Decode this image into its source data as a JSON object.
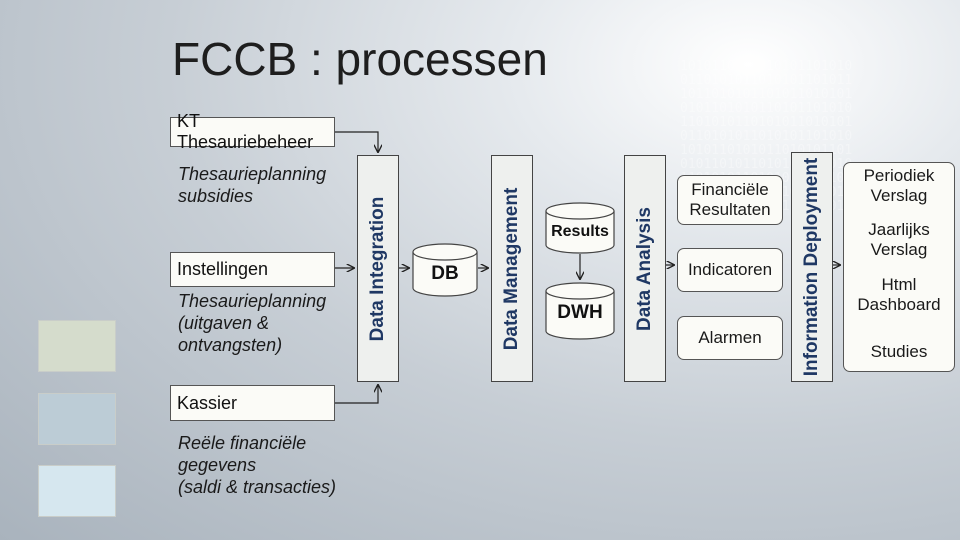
{
  "title": "FCCB : processen",
  "binary_background": "1010110101010101101010\n0110101011010101101011\n1011010101101011010101\n0101101010110101101010\n1101010110101011010101\n0110101011010101101010\n1010110101011010101101\n0101101011010101101010\n1101010110101011010101\n0110101011010101101011\n1010101101010110101010",
  "swatch_colors": [
    "#d5dccc",
    "#bcccd6",
    "#d6e7ef"
  ],
  "sources": {
    "kt_label": "KT Thesauriebeheer",
    "kt_text": "Thesaurieplanning\nsubsidies",
    "instellingen_label": "Instellingen",
    "instellingen_text": "Thesaurieplanning\n(uitgaven &\nontvangsten)",
    "kassier_label": "Kassier",
    "kassier_text": "Reële financiële\ngegevens\n(saldi & transacties)"
  },
  "stages": {
    "integration": "Data Integration",
    "db": "DB",
    "management": "Data Management",
    "results": "Results",
    "dwh": "DWH",
    "analysis": "Data Analysis",
    "deployment": "Information Deployment"
  },
  "analysis_outputs": [
    "Financiële\nResultaten",
    "Indicatoren",
    "Alarmen"
  ],
  "deployment_outputs": [
    "Periodiek\nVerslag",
    "Jaarlijks\nVerslag",
    "Html\nDashboard",
    "Studies"
  ],
  "colors": {
    "bar_text": "#1f3864",
    "box_fill": "#fbfbf7"
  }
}
